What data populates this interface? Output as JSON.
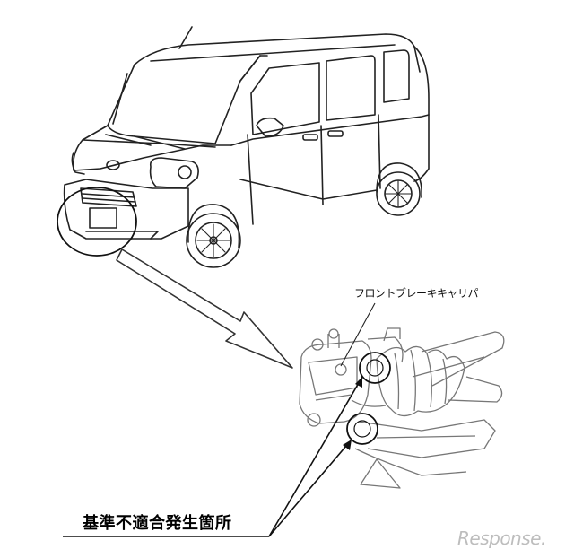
{
  "labels": {
    "caliper": "フロントブレーキキャリパ",
    "defect_location": "基準不適合発生箇所"
  },
  "watermark": "Response."
}
